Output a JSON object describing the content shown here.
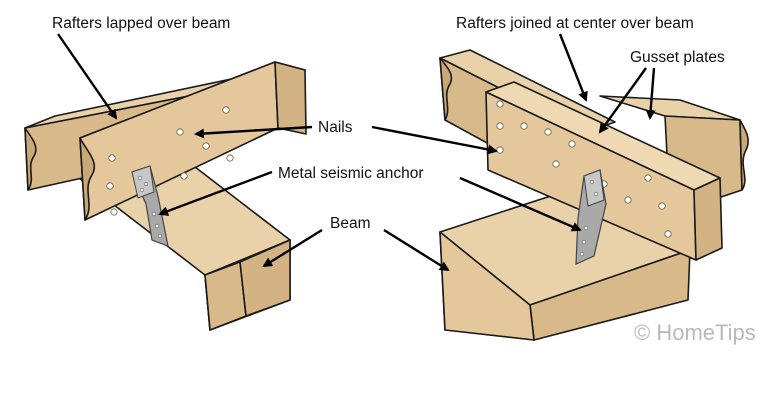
{
  "labels": {
    "left_title": "Rafters lapped over beam",
    "right_title": "Rafters joined at center over beam",
    "gusset": "Gusset plates",
    "nails": "Nails",
    "anchor": "Metal seismic anchor",
    "beam": "Beam"
  },
  "watermark": "© HomeTips",
  "colors": {
    "wood_top": "#e9d2a9",
    "wood_side": "#d8b98a",
    "wood_end": "#c9a877",
    "anchor": "#a9a9a9",
    "outline": "#1a1a1a"
  }
}
